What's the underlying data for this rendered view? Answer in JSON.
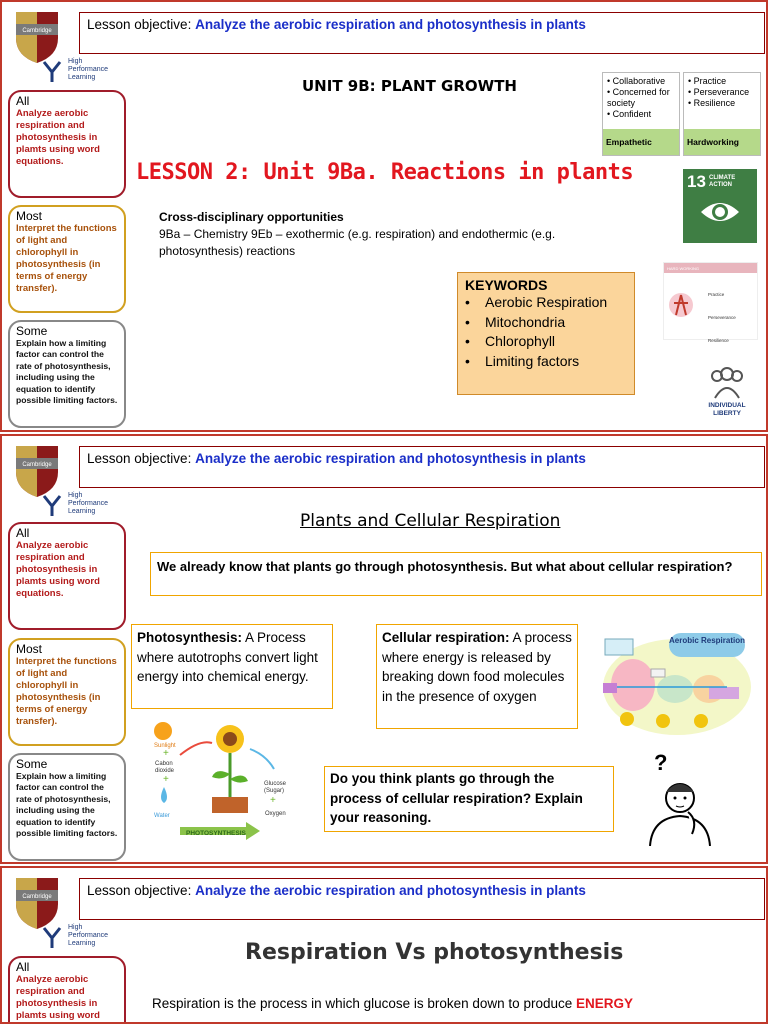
{
  "colors": {
    "accent_red": "#e2171f",
    "objective_blue": "#1a2ec8",
    "border_maroon": "#a01c2a",
    "keywords_bg": "#fbd59b"
  },
  "common": {
    "logo_text": "Cambridge",
    "hpl_text": "High\nPerformance\nLearning",
    "objective_label": "Lesson objective: ",
    "objective_text": "Analyze the aerobic respiration and photosynthesis in plants",
    "all_label": "All",
    "all_desc": "Analyze aerobic respiration and photosynthesis in plamts using word equations.",
    "most_label": "Most",
    "most_desc": "Interpret the functions of light and chlorophyll in photosynthesis (in terms of energy transfer).",
    "some_label": "Some",
    "some_desc": "Explain how a limiting factor can control the rate of photosynthesis, including using the equation to identify possible limiting factors."
  },
  "slide1": {
    "unit_title": "UNIT 9B: PLANT GROWTH",
    "lesson_title": "LESSON 2: Unit 9Ba. Reactions in plants",
    "cross_heading": "Cross-disciplinary opportunities",
    "cross_text": "9Ba – Chemistry 9Eb – exothermic (e.g. respiration) and endothermic (e.g. photosynthesis) reactions",
    "keywords_heading": "KEYWORDS",
    "keywords": [
      "Aerobic Respiration",
      "Mitochondria",
      "Chlorophyll",
      "Limiting factors"
    ],
    "trait1_items": [
      "Collaborative",
      "Concerned for society",
      "Confident"
    ],
    "trait1_label": "Empathetic",
    "trait2_items": [
      "Practice",
      "Perseverance",
      "Resilience"
    ],
    "trait2_label": "Hardworking",
    "climate_number": "13",
    "climate_text": "CLIMATE ACTION",
    "hw_card_header": "HARD WORKING",
    "hw_card_items": [
      "Practice",
      "Perseverance",
      "Resilience"
    ],
    "liberty_text": "INDIVIDUAL LIBERTY"
  },
  "slide2": {
    "title": "Plants and Cellular Respiration",
    "question1": "We already know that plants go through photosynthesis. But what about cellular respiration?",
    "photo_term": "Photosynthesis:",
    "photo_def": " A Process where autotrophs convert light energy into chemical energy.",
    "resp_term": "Cellular respiration:",
    "resp_def": " A process where energy is released by breaking down food molecules in the presence of oxygen",
    "question2": "Do you think plants go through the process of cellular respiration? Explain your reasoning.",
    "diagram": {
      "sunlight": "Sunlight",
      "co2": "Cabon dioxide",
      "water": "Water",
      "glucose": "Glucose (Sugar)",
      "oxygen": "Oxygen",
      "arrow": "PHOTOSYNTHESIS"
    },
    "aerobic_title": "Aerobic Respiration"
  },
  "slide3": {
    "title": "Respiration Vs photosynthesis",
    "bullet": "",
    "line_text": "Respiration is the process in which glucose is broken down to produce ",
    "line_emph": "ENERGY"
  }
}
